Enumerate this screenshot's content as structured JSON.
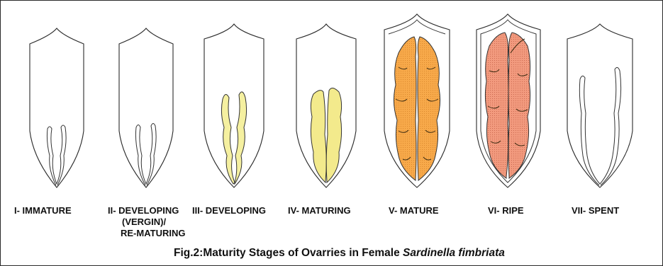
{
  "stages": [
    {
      "id": "I",
      "label_lines": [
        "I- IMMATURE"
      ]
    },
    {
      "id": "II",
      "label_lines": [
        "II- DEVELOPING",
        "(VERGIN)/",
        "RE-MATURING"
      ]
    },
    {
      "id": "III",
      "label_lines": [
        "III- DEVELOPING"
      ]
    },
    {
      "id": "IV",
      "label_lines": [
        "IV- MATURING"
      ]
    },
    {
      "id": "V",
      "label_lines": [
        "V- MATURE"
      ]
    },
    {
      "id": "VI",
      "label_lines": [
        "VI- RIPE"
      ]
    },
    {
      "id": "VII",
      "label_lines": [
        "VII- SPENT"
      ]
    }
  ],
  "caption": {
    "prefix": "Fig.2:",
    "text": "Maturity Stages of Ovarries in Female ",
    "species": "Sardinella fimbriata"
  },
  "colors": {
    "developing_fill": "#f5f0a0",
    "maturing_fill": "#f3ea8c",
    "mature_fill": "#f7a94a",
    "ripe_fill": "#f29a7e",
    "outline": "#2b2b2b"
  }
}
